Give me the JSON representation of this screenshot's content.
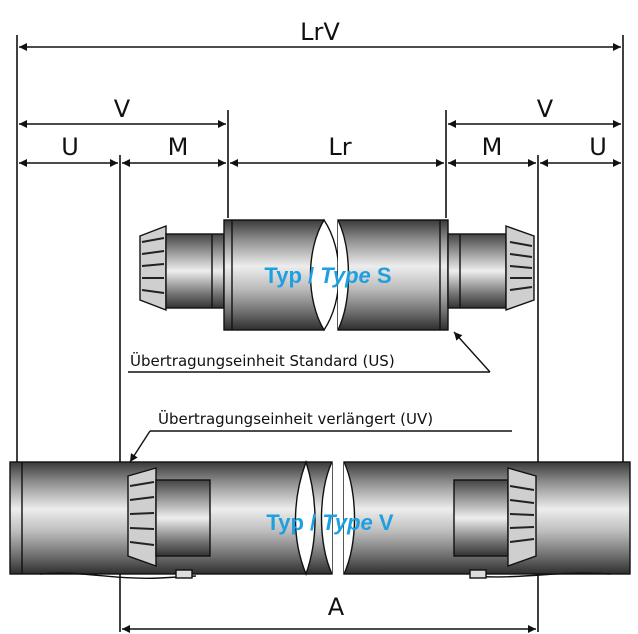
{
  "dimensions": {
    "lrv": "LrV",
    "v_left": "V",
    "v_right": "V",
    "u_left": "U",
    "m_left": "M",
    "lr": "Lr",
    "m_right": "M",
    "u_right": "U",
    "a": "A"
  },
  "labels": {
    "type_s": {
      "prefix": "Typ / ",
      "italic": "Type",
      "suffix": " S"
    },
    "type_v": {
      "prefix": "Typ / ",
      "italic": "Type",
      "suffix": " V"
    },
    "us_note": "Übertragungseinheit Standard (US)",
    "uv_note": "Übertragungseinheit  verlängert (UV)"
  },
  "colors": {
    "label_blue": "#1E9FE0",
    "line": "#111111",
    "shaft_dark": "#3a3a3a",
    "shaft_mid": "#9a9a9a",
    "shaft_light": "#e6e6e6"
  }
}
